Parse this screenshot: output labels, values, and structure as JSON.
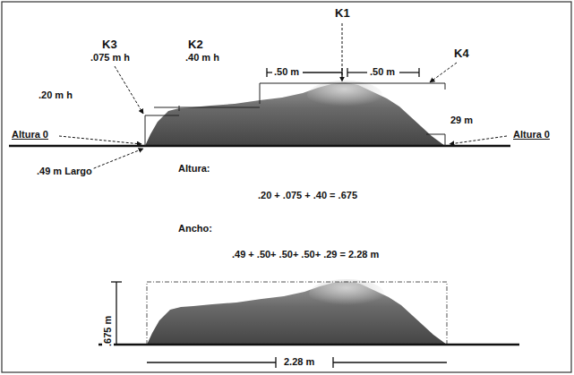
{
  "diagram": {
    "labels": [
      "K1",
      "K3",
      ".075 m h",
      "K2",
      ".40 m h",
      ".50 m",
      ".50 m",
      "K4",
      ".20 m h",
      "29 m",
      "Altura 0",
      "Altura 0",
      ".49 m Largo",
      "Altura:",
      ".20 + .075 + .40 = .675",
      "Ancho:",
      ".49 + .50+ .50+ .50+ .29 = 2.28 m",
      ".675 m",
      "2.28 m"
    ]
  }
}
